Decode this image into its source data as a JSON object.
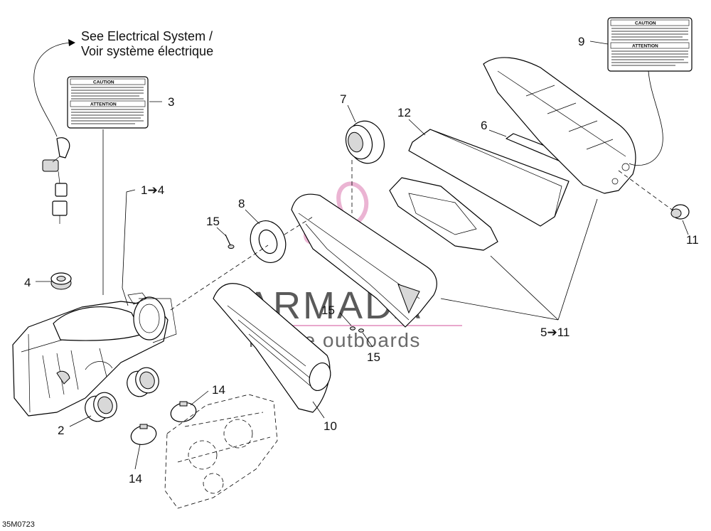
{
  "note": {
    "line1": "See Electrical System /",
    "line2": "Voir système électrique"
  },
  "callouts": {
    "c1_4": "1➔4",
    "c2": "2",
    "c3": "3",
    "c4": "4",
    "c5_11": "5➔11",
    "c6": "6",
    "c7": "7",
    "c8": "8",
    "c9": "9",
    "c10": "10",
    "c11": "11",
    "c12": "12",
    "c14a": "14",
    "c14b": "14",
    "c15a": "15",
    "c15b": "15",
    "c15c": "15"
  },
  "decal": {
    "caution": "CAUTION",
    "attention": "ATTENTION"
  },
  "watermark": {
    "brand": "ARMADA",
    "tagline": "marine outboards"
  },
  "figure_code": "35M0723",
  "colors": {
    "watermark_pink": "#e8a8cc",
    "watermark_gray": "#5a5a5a"
  }
}
